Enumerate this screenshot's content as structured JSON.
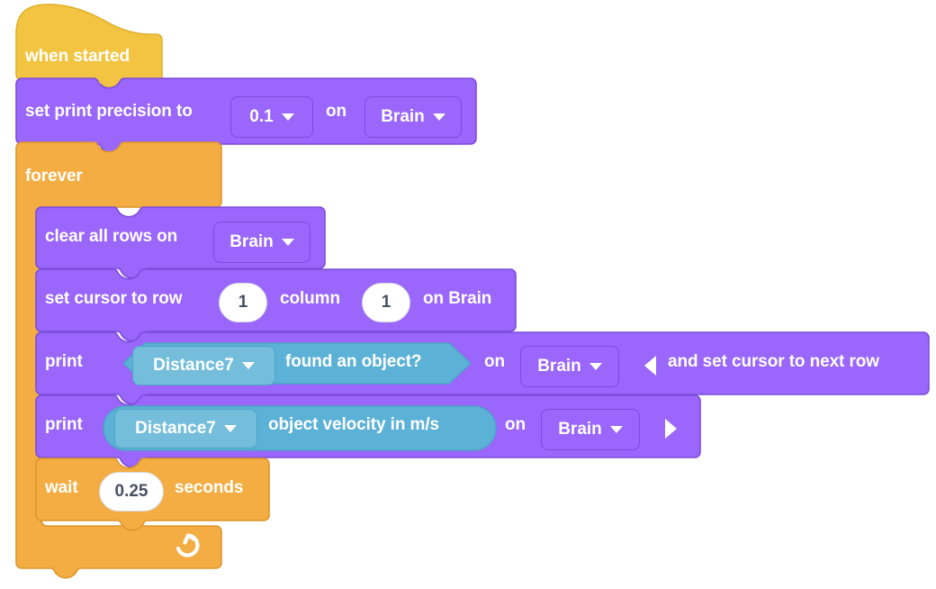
{
  "editor": {
    "name": "vex-block-editor-canvas",
    "background": "#ffffff"
  },
  "palette": {
    "hat_fill": "#f2c441",
    "hat_stroke": "#e0b02c",
    "control_fill": "#f3ad42",
    "control_stroke": "#dd972c",
    "print_fill": "#9a66fb",
    "print_stroke": "#7c4ddb",
    "sensor_fill": "#5cb1d6",
    "sensor_stroke": "#4ea3c8",
    "sensor_field_fill": "#74bedb",
    "text_on_block": "#ffffff",
    "number_text": "#4a4e63",
    "number_fill": "#ffffff"
  },
  "script": {
    "hat": {
      "label": "when started"
    },
    "set_precision": {
      "label_before": "set print precision to",
      "precision_value": "0.1",
      "label_middle": "on",
      "device_value": "Brain"
    },
    "forever": {
      "label": "forever",
      "loop_icon": "loop-arrow-icon"
    },
    "clear_rows": {
      "label_before": "clear all rows on",
      "device_value": "Brain"
    },
    "set_cursor": {
      "label_row": "set cursor to row",
      "row_value": "1",
      "label_column": "column",
      "column_value": "1",
      "label_after": "on Brain"
    },
    "print_found_object": {
      "label_print": "print",
      "sensor_value": "Distance7",
      "sensor_property": "found an object?",
      "label_on": "on",
      "device_value": "Brain",
      "newline_toggle_icon": "triangle-left-icon",
      "newline_label": "and set cursor to next row"
    },
    "print_velocity": {
      "label_print": "print",
      "sensor_value": "Distance7",
      "sensor_property": "object velocity in m/s",
      "label_on": "on",
      "device_value": "Brain",
      "newline_toggle_icon": "triangle-right-icon"
    },
    "wait": {
      "label_before": "wait",
      "seconds_value": "0.25",
      "label_after": "seconds"
    }
  }
}
